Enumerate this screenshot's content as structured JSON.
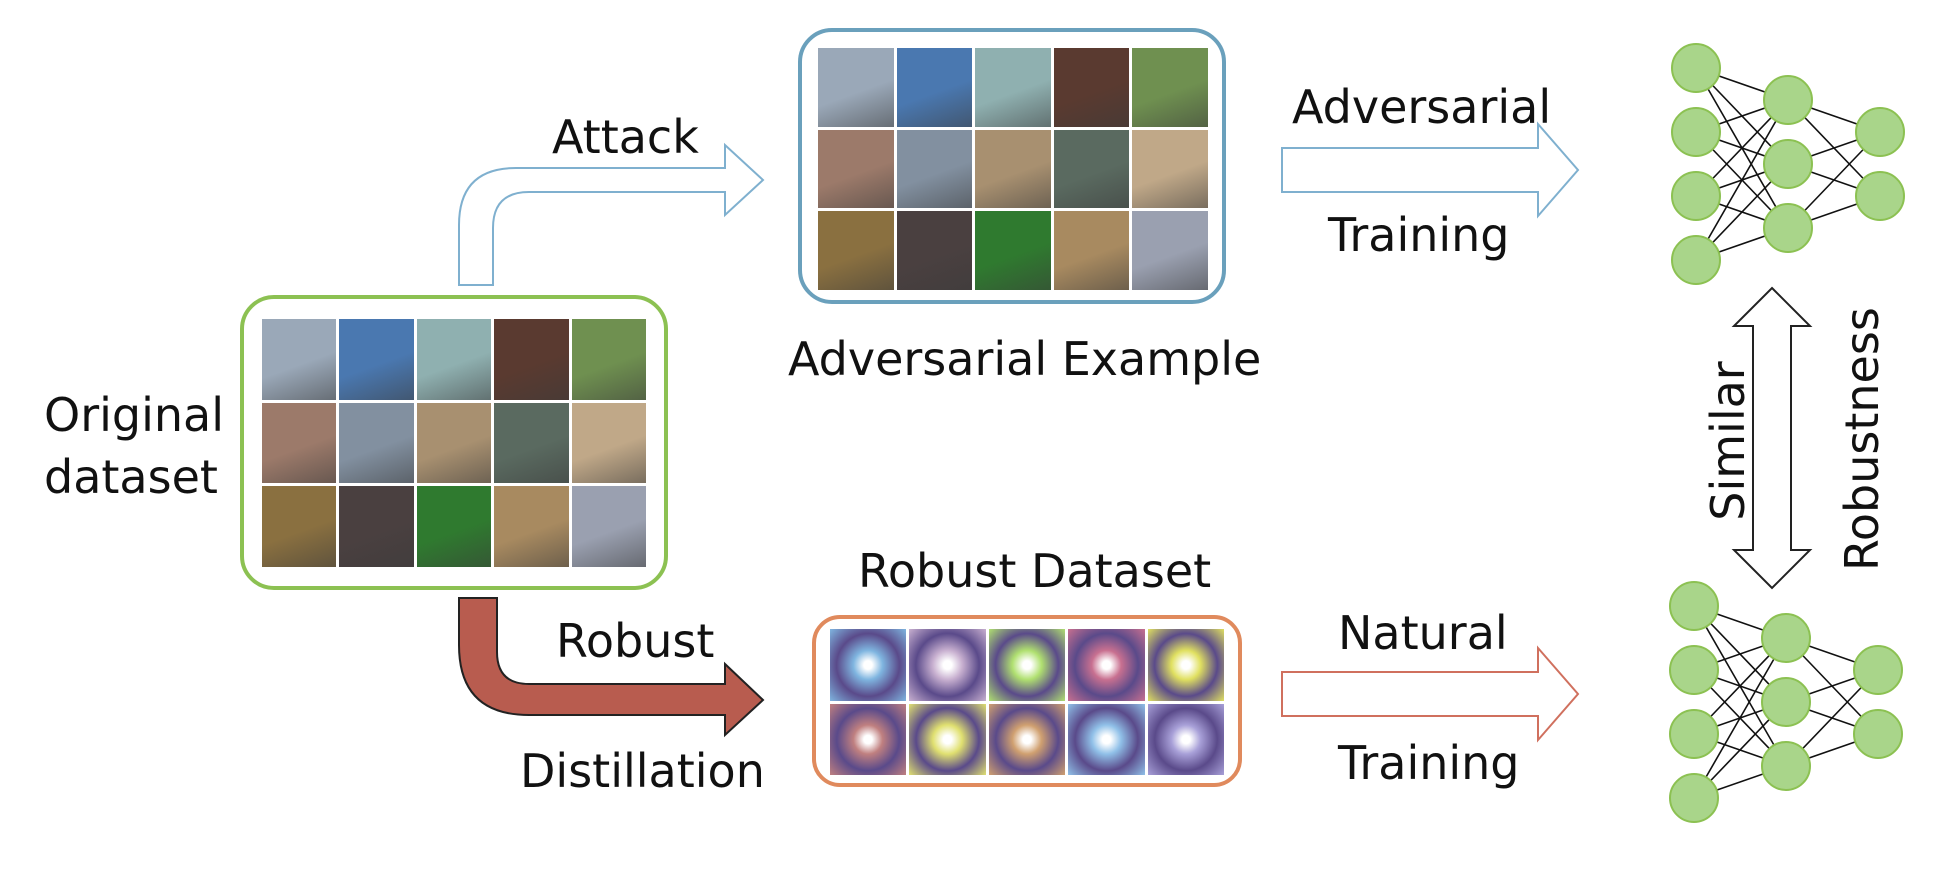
{
  "labels": {
    "original_dataset": [
      "Original",
      "dataset"
    ],
    "attack": "Attack",
    "adversarial_example": "Adversarial Example",
    "adversarial_training": [
      "Adversarial",
      "Training"
    ],
    "robust_distillation": [
      "Robust",
      "Distillation"
    ],
    "robust_dataset": "Robust Dataset",
    "natural_training": [
      "Natural",
      "Training"
    ],
    "similar": "Similar",
    "robustness": "Robustness"
  },
  "colors": {
    "original_border": "#8cc152",
    "adversarial_border": "#6aa0bc",
    "attack_arrow": "#7fb0cf",
    "adversarial_arrow": "#7fb0cf",
    "robust_border": "#e08a5d",
    "distill_arrow_fill": "#b85c4f",
    "natural_arrow": "#d0705e",
    "neuron_fill": "#a9d58a",
    "neuron_stroke": "#8cc152"
  },
  "icons": {
    "attack_arrow": "bent-arrow-right-icon",
    "distill_arrow": "bent-arrow-right-icon",
    "train_arrow": "block-arrow-right-icon",
    "similarity_arrow": "double-arrow-vertical-icon",
    "network": "neural-network-icon"
  },
  "natural_tiles": [
    "#9aa8b8",
    "#4a78b0",
    "#8fb0b0",
    "#5a3a30",
    "#6f9050",
    "#9c7a6a",
    "#8290a0",
    "#a89070",
    "#5a6a60",
    "#c0a888",
    "#8a7040",
    "#4a4040",
    "#2f7a2f",
    "#a88a60",
    "#9aa0b0"
  ],
  "robust_tiles": [
    "#7fb5e0",
    "#c8b0d0",
    "#b0e070",
    "#c87090",
    "#e0e060",
    "#c08080",
    "#e0e070",
    "#d0a070",
    "#90c0e8",
    "#a8a0d8"
  ],
  "network": {
    "layers": [
      4,
      3,
      2
    ]
  }
}
